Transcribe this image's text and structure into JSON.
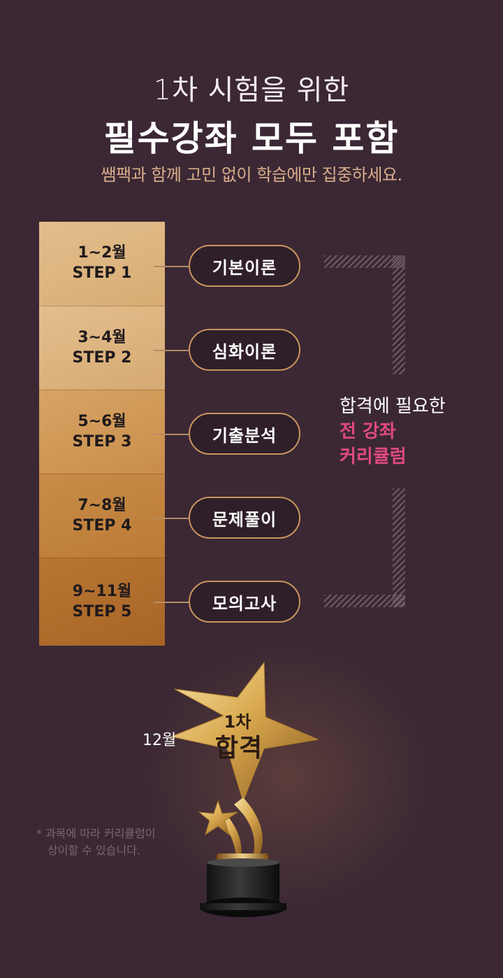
{
  "header": {
    "line1": "1차 시험을 위한",
    "line2": "필수강좌 모두 포함",
    "subtitle": "쌤팩과 함께 고민 없이 학습에만 집중하세요."
  },
  "steps": [
    {
      "month": "1~2월",
      "label": "STEP 1",
      "course": "기본이론"
    },
    {
      "month": "3~4월",
      "label": "STEP 2",
      "course": "심화이론"
    },
    {
      "month": "5~6월",
      "label": "STEP 3",
      "course": "기출분석"
    },
    {
      "month": "7~8월",
      "label": "STEP 4",
      "course": "문제풀이"
    },
    {
      "month": "9~11월",
      "label": "STEP 5",
      "course": "모의고사"
    }
  ],
  "side": {
    "line1": "합격에 필요한",
    "line2": "전 강좌",
    "line3": "커리큘럼"
  },
  "trophy": {
    "month": "12월",
    "small": "1차",
    "big": "합격"
  },
  "note": {
    "line1": "* 과목에 따라 커리큘럼이",
    "line2": "상이할 수 있습니다."
  },
  "colors": {
    "background": "#3b2834",
    "accent_pink": "#e0497f",
    "gold": "#c9955d",
    "subtitle": "#d9ad8a"
  }
}
